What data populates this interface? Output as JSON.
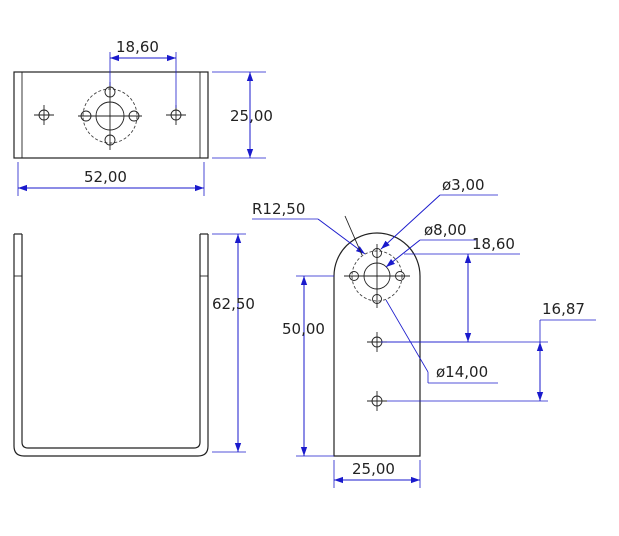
{
  "dimensions": {
    "top_spacing": "18,60",
    "top_height": "25,00",
    "top_width": "52,00",
    "front_height": "62,50",
    "side_radius": "R12,50",
    "side_hole_small": "ø3,00",
    "side_hole_center": "ø8,00",
    "side_spacing": "18,60",
    "side_lower_spacing": "16,87",
    "side_height": "50,00",
    "side_hole_circle": "ø14,00",
    "side_width": "25,00"
  },
  "colors": {
    "part_line": "#222222",
    "dimension_line": "#1a1acc"
  }
}
